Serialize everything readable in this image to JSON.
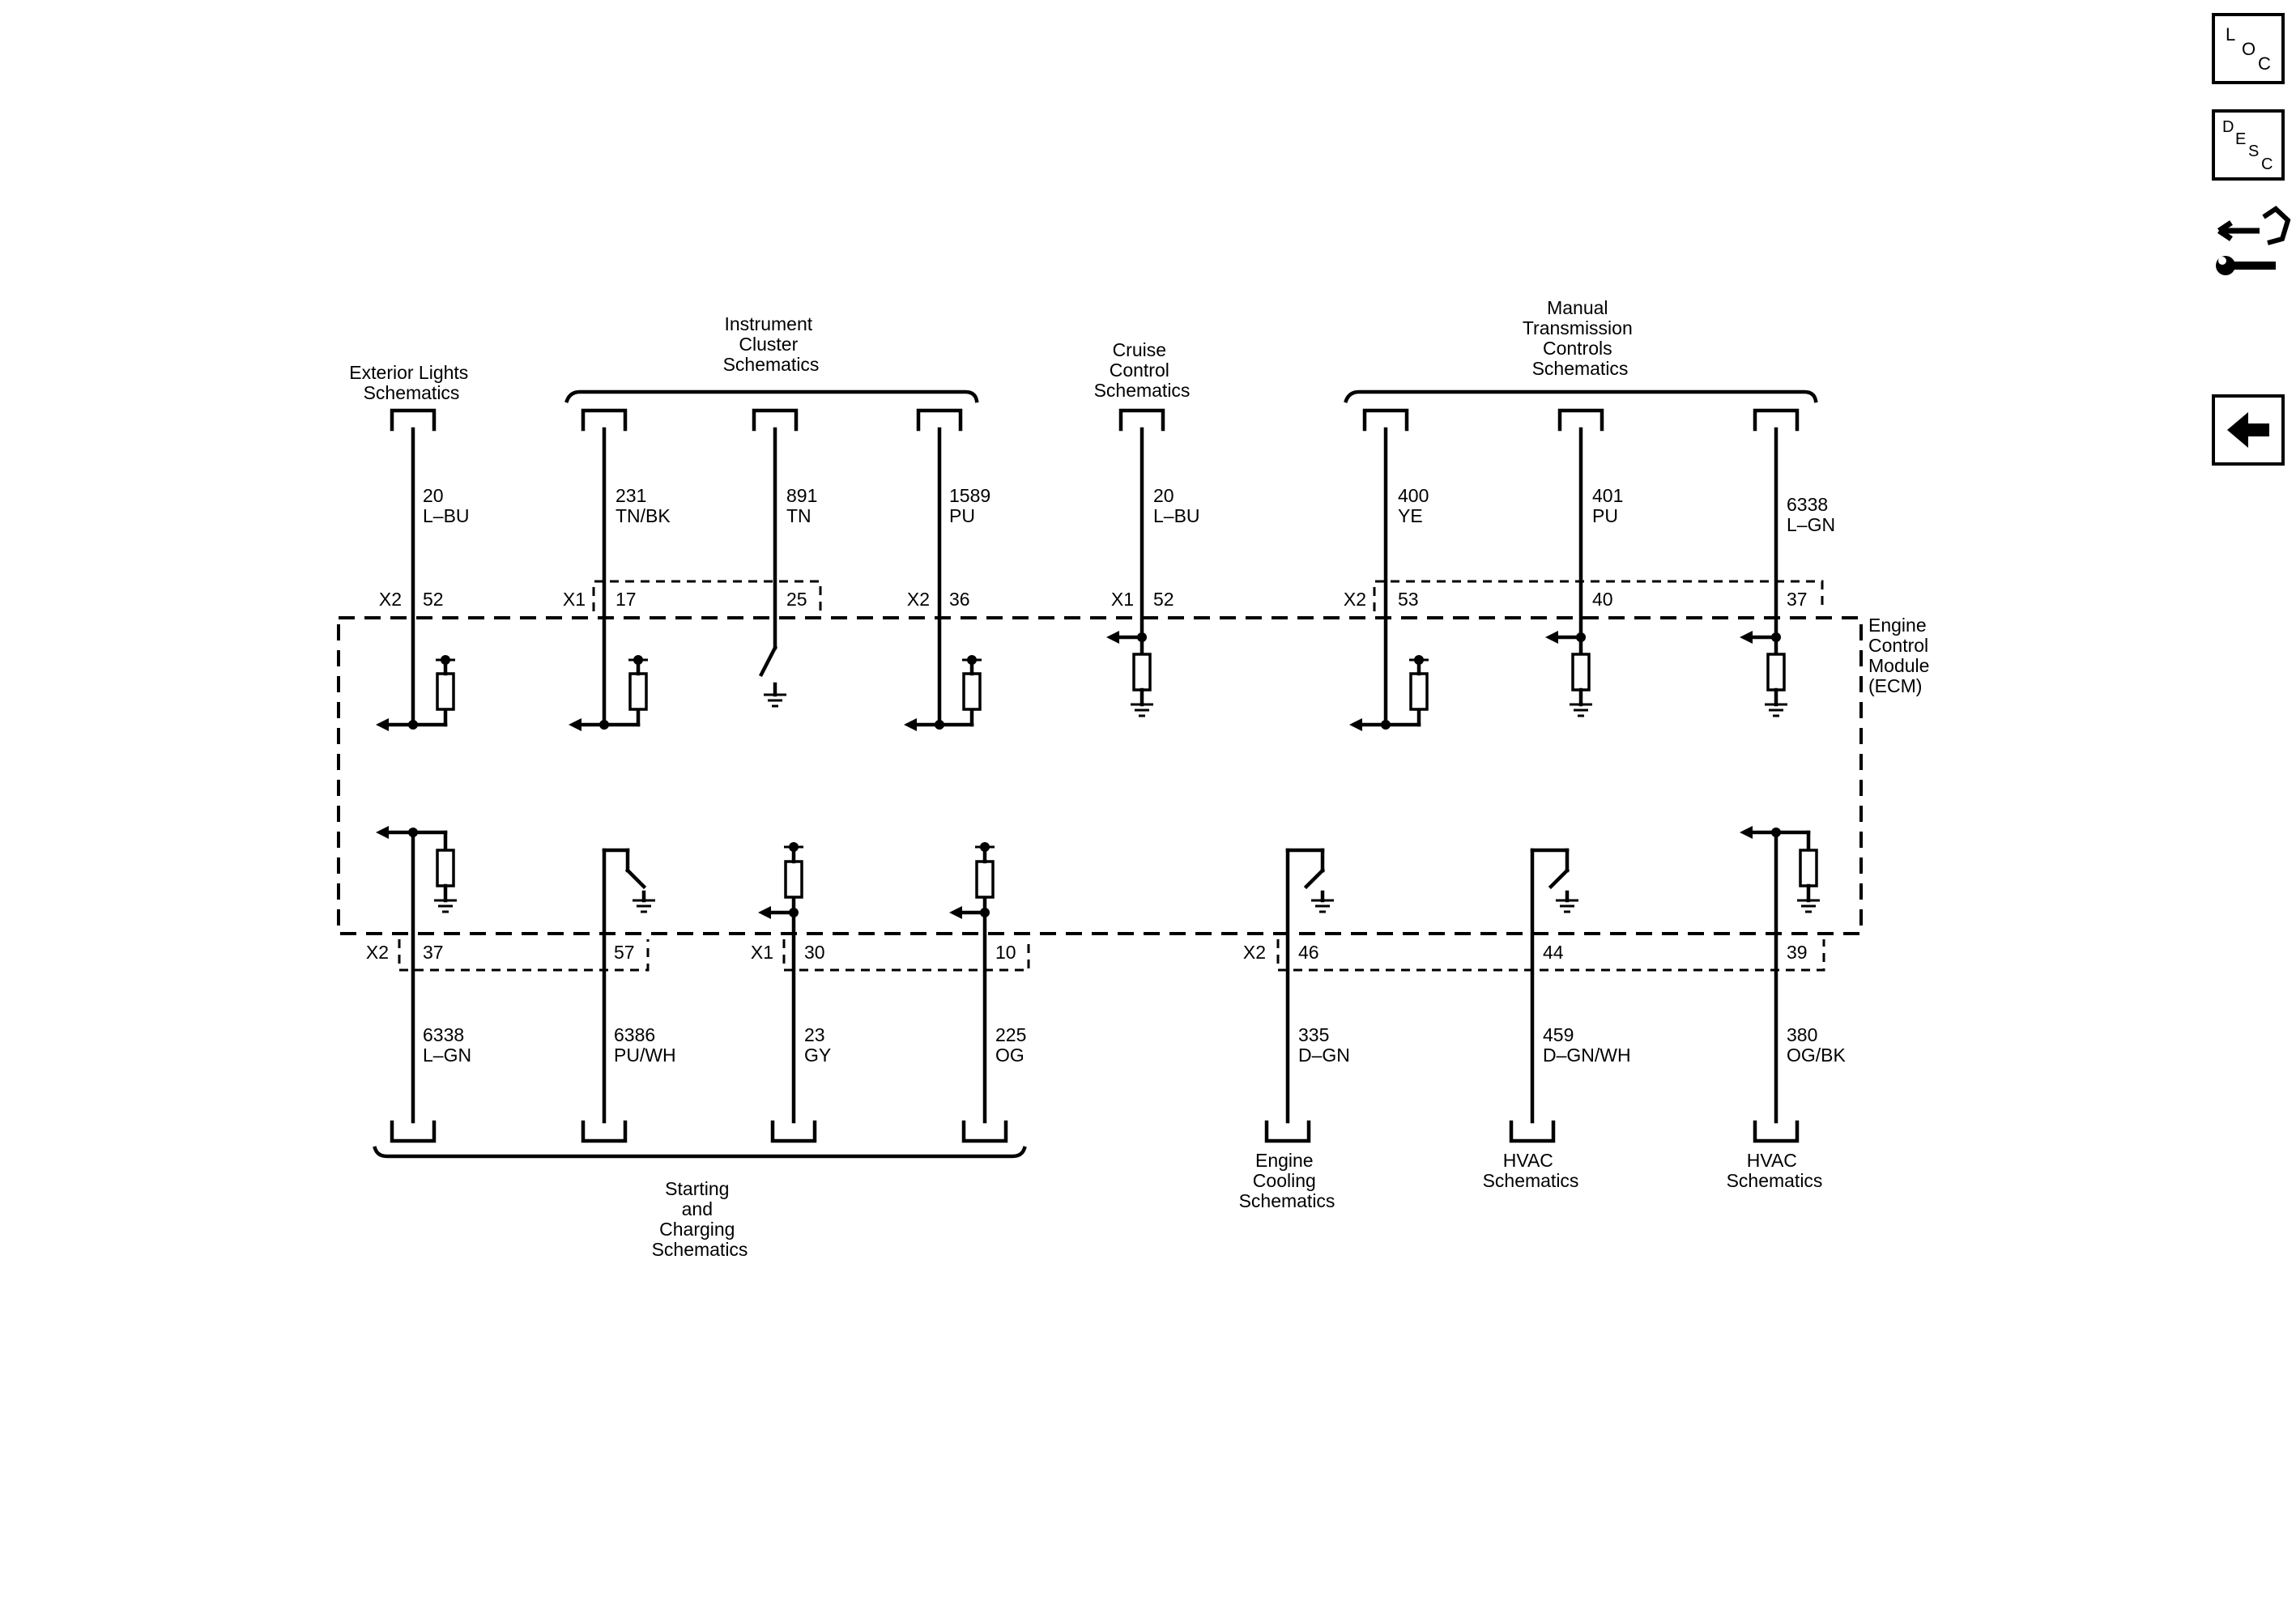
{
  "module": {
    "lines": [
      "Engine",
      "Control",
      "Module",
      "(ECM)"
    ]
  },
  "nav": {
    "loc": [
      "L",
      "O",
      "C"
    ],
    "desc": [
      "D",
      "E",
      "S",
      "C"
    ]
  },
  "top_groups": {
    "exterior": [
      "Exterior Lights",
      "Schematics"
    ],
    "instrument": [
      "Instrument",
      "Cluster",
      "Schematics"
    ],
    "cruise": [
      "Cruise",
      "Control",
      "Schematics"
    ],
    "manual": [
      "Manual",
      "Transmission",
      "Controls",
      "Schematics"
    ]
  },
  "bottom_groups": {
    "starting": [
      "Starting",
      "and",
      "Charging",
      "Schematics"
    ],
    "cooling": [
      "Engine",
      "Cooling",
      "Schematics"
    ],
    "hvac1": [
      "HVAC",
      "Schematics"
    ],
    "hvac2": [
      "HVAC",
      "Schematics"
    ]
  },
  "top_wires": [
    {
      "circuit": "20",
      "color": "L–BU",
      "connector": "X2",
      "pin": "52"
    },
    {
      "circuit": "231",
      "color": "TN/BK",
      "connector": "X1",
      "pin": "17"
    },
    {
      "circuit": "891",
      "color": "TN",
      "connector": "",
      "pin": "25"
    },
    {
      "circuit": "1589",
      "color": "PU",
      "connector": "X2",
      "pin": "36"
    },
    {
      "circuit": "20",
      "color": "L–BU",
      "connector": "X1",
      "pin": "52"
    },
    {
      "circuit": "400",
      "color": "YE",
      "connector": "X2",
      "pin": "53"
    },
    {
      "circuit": "401",
      "color": "PU",
      "connector": "",
      "pin": "40"
    },
    {
      "circuit": "6338",
      "color": "L–GN",
      "connector": "",
      "pin": "37"
    }
  ],
  "bottom_wires": [
    {
      "circuit": "6338",
      "color": "L–GN",
      "connector": "X2",
      "pin": "37"
    },
    {
      "circuit": "6386",
      "color": "PU/WH",
      "connector": "",
      "pin": "57"
    },
    {
      "circuit": "23",
      "color": "GY",
      "connector": "X1",
      "pin": "30"
    },
    {
      "circuit": "225",
      "color": "OG",
      "connector": "",
      "pin": "10"
    },
    {
      "circuit": "335",
      "color": "D–GN",
      "connector": "X2",
      "pin": "46"
    },
    {
      "circuit": "459",
      "color": "D–GN/WH",
      "connector": "",
      "pin": "44"
    },
    {
      "circuit": "380",
      "color": "OG/BK",
      "connector": "",
      "pin": "39"
    }
  ]
}
